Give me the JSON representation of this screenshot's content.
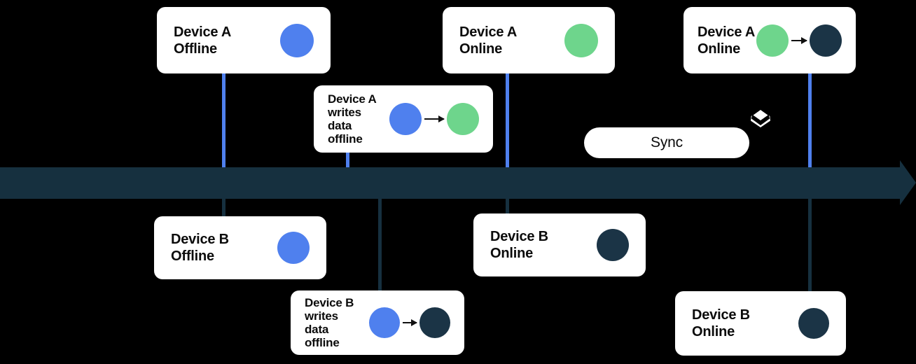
{
  "colors": {
    "background": "#000000",
    "card_bg": "#ffffff",
    "text": "#0b0b0b",
    "timeline": "#16303f",
    "blue": "#4f80ee",
    "green": "#6ed58c",
    "navy": "#1b3446"
  },
  "timeline": {
    "name": "timeline-axis",
    "direction": "left-to-right"
  },
  "sync": {
    "label": "Sync",
    "icon": "layers-icon"
  },
  "cards": [
    {
      "id": "device-a-offline",
      "label": "Device A\nOffline",
      "row": "top",
      "dots": [
        "blue"
      ],
      "arrow": false
    },
    {
      "id": "device-a-writes-data-offline",
      "label": "Device A\nwrites\ndata\noffline",
      "row": "top",
      "dots": [
        "blue",
        "green"
      ],
      "arrow": true
    },
    {
      "id": "device-a-online",
      "label": "Device A\nOnline",
      "row": "top",
      "dots": [
        "green"
      ],
      "arrow": false
    },
    {
      "id": "device-a-online-synced",
      "label": "Device A\nOnline",
      "row": "top",
      "dots": [
        "green",
        "navy"
      ],
      "arrow": true
    },
    {
      "id": "device-b-offline",
      "label": "Device B\nOffline",
      "row": "bottom",
      "dots": [
        "blue"
      ],
      "arrow": false
    },
    {
      "id": "device-b-writes-data-offline",
      "label": "Device B\nwrites\ndata\noffline",
      "row": "bottom",
      "dots": [
        "blue",
        "navy"
      ],
      "arrow": true
    },
    {
      "id": "device-b-online",
      "label": "Device B\nOnline",
      "row": "bottom",
      "dots": [
        "navy"
      ],
      "arrow": false
    },
    {
      "id": "device-b-online-synced",
      "label": "Device B\nOnline",
      "row": "bottom",
      "dots": [
        "navy"
      ],
      "arrow": false
    }
  ]
}
